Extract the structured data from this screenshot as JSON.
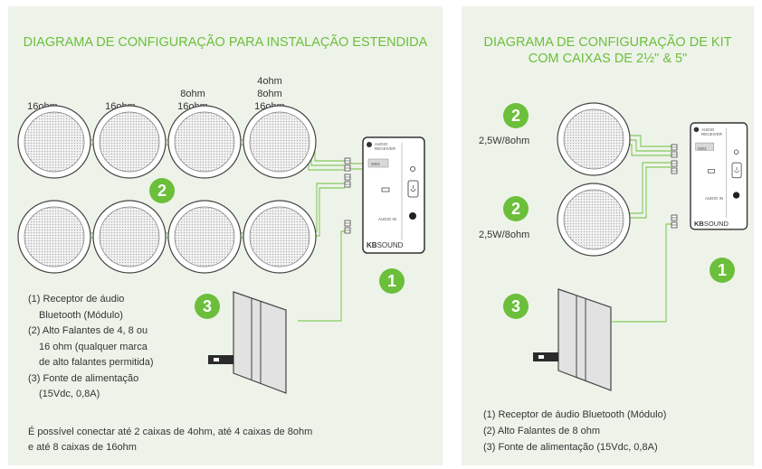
{
  "left": {
    "title": "DIAGRAMA DE CONFIGURAÇÃO PARA INSTALAÇÃO ESTENDIDA",
    "speaker_labels": [
      "16ohm",
      "16ohm",
      "8ohm\n16ohm",
      "4ohm\n8ohm\n16ohm"
    ],
    "badges": [
      "2",
      "1",
      "3"
    ],
    "legend": [
      {
        "line1": "(1) Receptor de áudio",
        "line2": "Bluetooth (Módulo)"
      },
      {
        "line1": "(2) Alto Falantes de 4, 8 ou",
        "line2": "16 ohm (qualquer marca",
        "line3": "de alto falantes permitida)"
      },
      {
        "line1": "(3) Fonte de alimentação",
        "line2": "(15Vdc, 0,8A)"
      }
    ],
    "note_line1": "É possível conectar até 2 caixas de 4ohm, até 4 caixas de 8ohm",
    "note_line2": "e até 8 caixas de 16ohm"
  },
  "right": {
    "title_line1": "DIAGRAMA DE CONFIGURAÇÃO DE KIT",
    "title_line2": "COM CAIXAS DE 2½\" & 5\"",
    "speaker_labels": [
      "2,5W/8ohm",
      "2,5W/8ohm"
    ],
    "badges": [
      "2",
      "2",
      "1",
      "3"
    ],
    "legend": [
      "(1) Receptor de áudio Bluetooth (Módulo)",
      "(2) Alto Falantes de 8 ohm",
      "(3) Fonte de alimentação (15Vdc, 0,8A)"
    ]
  },
  "receiver": {
    "line1": "AUDIO",
    "line2": "RECEIVER",
    "code": "0001",
    "audio_in": "AUDIO IN",
    "brand_bold": "KB",
    "brand_rest": "SOUND"
  },
  "colors": {
    "accent": "#6bbf3a",
    "panel": "#eef3ea",
    "wire": "#6bbf3a"
  }
}
